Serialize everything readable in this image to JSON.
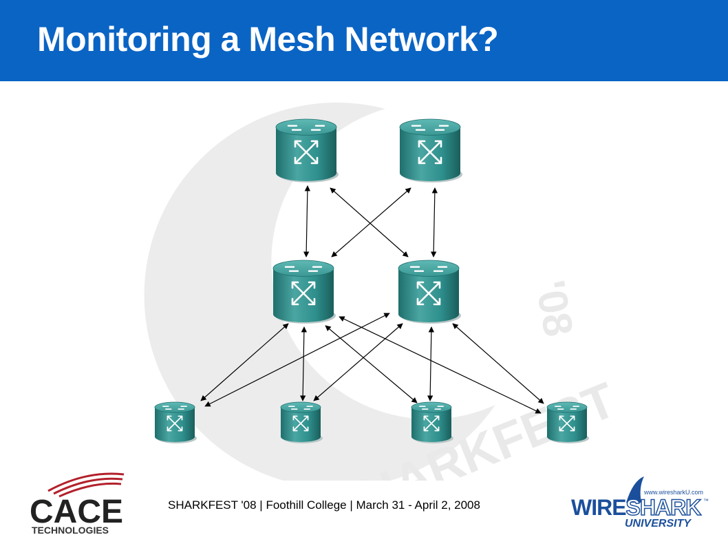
{
  "slide": {
    "title": "Monitoring a Mesh Network?",
    "footer": "SHARKFEST '08  |  Foothill College  |  March 31 - April 2, 2008"
  },
  "watermark": {
    "text_bottom": "SHARKFEST",
    "text_right": "'08"
  },
  "logos": {
    "cace_main": "CACE",
    "cace_sub": "TECHNOLOGIES",
    "ws_url": "www.wiresharkU.com",
    "ws_word_1": "WIRE",
    "ws_word_2": "SHARK",
    "ws_tm": "™",
    "ws_sub": "UNIVERSITY"
  },
  "colors": {
    "header_bg": "#0a64c4",
    "router_fill": "#2e8f8c",
    "cace_red": "#b3202a",
    "ws_blue": "#1b4f9c"
  },
  "diagram": {
    "routers": [
      {
        "id": "core-1",
        "tier": "core",
        "icon": "router-icon"
      },
      {
        "id": "core-2",
        "tier": "core",
        "icon": "router-icon"
      },
      {
        "id": "dist-1",
        "tier": "distribution",
        "icon": "router-icon"
      },
      {
        "id": "dist-2",
        "tier": "distribution",
        "icon": "router-icon"
      },
      {
        "id": "access-1",
        "tier": "access",
        "icon": "router-icon"
      },
      {
        "id": "access-2",
        "tier": "access",
        "icon": "router-icon"
      },
      {
        "id": "access-3",
        "tier": "access",
        "icon": "router-icon"
      },
      {
        "id": "access-4",
        "tier": "access",
        "icon": "router-icon"
      }
    ],
    "links": [
      [
        "core-1",
        "dist-1"
      ],
      [
        "core-1",
        "dist-2"
      ],
      [
        "core-2",
        "dist-1"
      ],
      [
        "core-2",
        "dist-2"
      ],
      [
        "dist-1",
        "access-1"
      ],
      [
        "dist-1",
        "access-2"
      ],
      [
        "dist-1",
        "access-3"
      ],
      [
        "dist-1",
        "access-4"
      ],
      [
        "dist-2",
        "access-1"
      ],
      [
        "dist-2",
        "access-2"
      ],
      [
        "dist-2",
        "access-3"
      ],
      [
        "dist-2",
        "access-4"
      ]
    ]
  }
}
